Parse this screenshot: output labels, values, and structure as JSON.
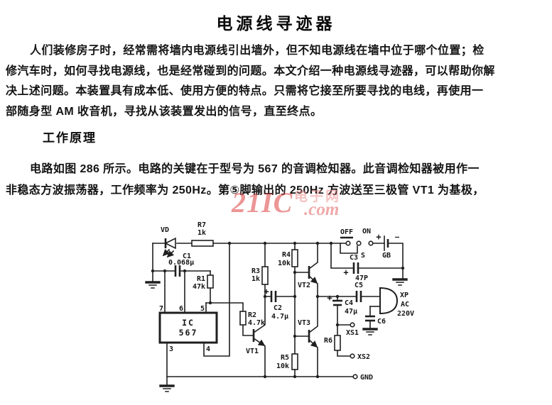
{
  "doc": {
    "title": "电源线寻迹器",
    "p1": [
      "人们装修房子时，经常需将墙内电源线引出墙外，但不知电源线在墙中位于哪个位置；检",
      "修汽车时，如何寻找电源线，也是经常碰到的问题。本文介绍一种电源线寻迹器，可以帮助你解",
      "决上述问题。本装置具有成本低、使用方便的特点。只需将它接至所要寻找的电线，再使用一",
      "部随身型 AM 收音机，寻找从该装置发出的信号，直至终点。"
    ],
    "heading": "工作原理",
    "p2": [
      "电路如图 286 所示。电路的关键在于型号为 567 的音调检知器。此音调检知器被用作一",
      "非稳态方波振荡器，工作频率为 250Hz。第⑤脚输出的 250Hz 方波送至三极管 VT1 为基极，"
    ],
    "watermark": {
      "brand": "21IC",
      "suffix": ".com",
      "cn": "电子网",
      "color": "#dd3e3e"
    }
  },
  "circuit": {
    "vd": "VD",
    "r7": "R7",
    "r7_val": "1k",
    "c1": "C1",
    "c1_val": "0.068μ",
    "r1": "R1",
    "r1_val": "47k",
    "pin7": "7",
    "pin6": "6",
    "pin5": "5",
    "pin3": "3",
    "pin4": "4",
    "ic_name": "IC",
    "ic_model": "567",
    "r2": "R2",
    "r2_val": "4.7k",
    "vt1": "VT1",
    "r3": "R3",
    "r3_val": "1k",
    "c2": "C2",
    "c2_val": "4.7μ",
    "c2_plus": "+",
    "r4": "R4",
    "r4_val": "10k",
    "vt2": "VT2",
    "vt3": "VT3",
    "r5": "R5",
    "r5_val": "10k",
    "sw_off": "OFF",
    "sw_on": "ON",
    "sw": "S",
    "battery": "GB",
    "bat_plus": "+",
    "bat_minus": "—",
    "c3": "C3",
    "c3_val": "47P",
    "c3_plus": "+",
    "c4": "C4",
    "c4_val": "47μ",
    "c4_plus": "+",
    "c5": "C5",
    "xp": "XP",
    "ac": "AC",
    "v220": "220V",
    "c6": "C6",
    "xs1": "XS1",
    "r6": "R6",
    "xs2": "XS2",
    "gnd": "GND"
  }
}
